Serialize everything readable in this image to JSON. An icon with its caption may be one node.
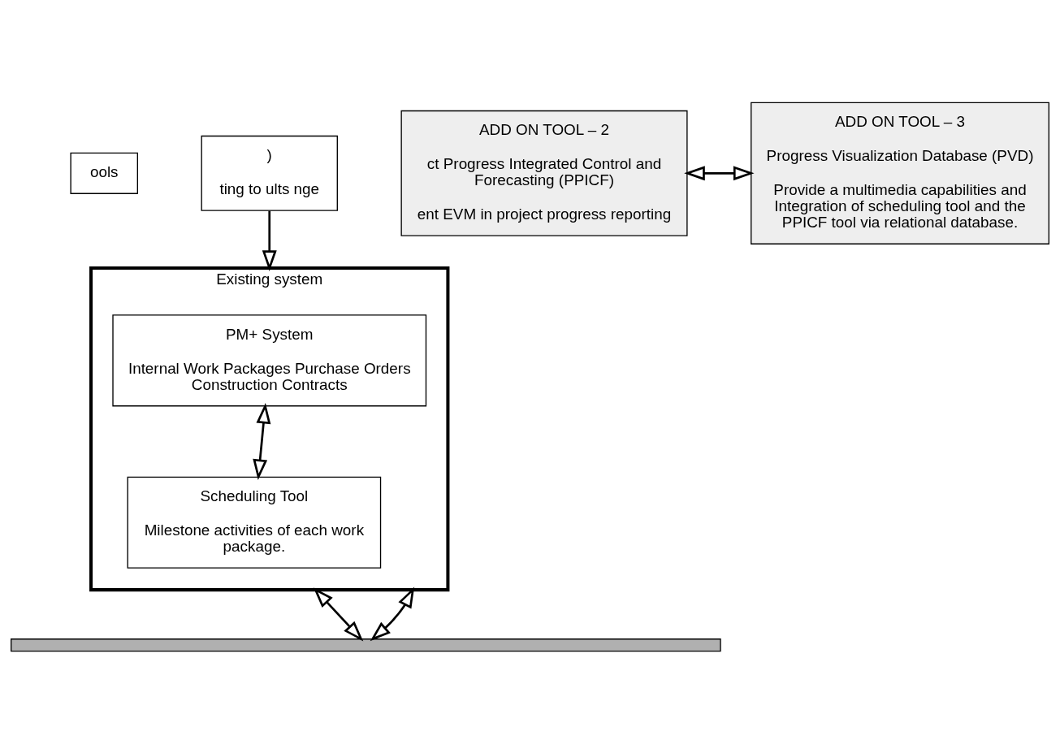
{
  "diagram": {
    "nodes": [
      {
        "text": [
          "ools"
        ]
      },
      {
        "text": [
          ")",
          "ting to ults nge"
        ]
      },
      {
        "text": [
          "Existing system"
        ]
      },
      {
        "text": [
          "PM+ System",
          "Internal Work Packages Purchase Orders Construction Contracts"
        ],
        "in": 2
      },
      {
        "text": [
          "Scheduling Tool",
          "Milestone activities of each work package."
        ],
        "in": 2
      },
      {
        "text": [],
        "shape": "bar"
      },
      {
        "text": [
          "ADD ON TOOL – 2",
          "ct Progress Integrated Control and Forecasting (PPICF)",
          "ent EVM in project progress reporting"
        ]
      },
      {
        "text": [
          "ADD ON TOOL – 3",
          "Progress Visualization Database (PVD)",
          "Provide a multimedia capabilities and Integration of scheduling tool and the PPICF tool via relational database."
        ]
      }
    ],
    "edges": [
      {
        "from": 1,
        "to": 2,
        "arrow": "to"
      },
      {
        "from": 3,
        "to": 4,
        "arrow": "both"
      },
      {
        "from": 2,
        "to": 5,
        "arrow": "both"
      },
      {
        "from": 2,
        "to": 5,
        "arrow": "both"
      },
      {
        "from": 6,
        "to": 7,
        "arrow": "both"
      }
    ]
  }
}
